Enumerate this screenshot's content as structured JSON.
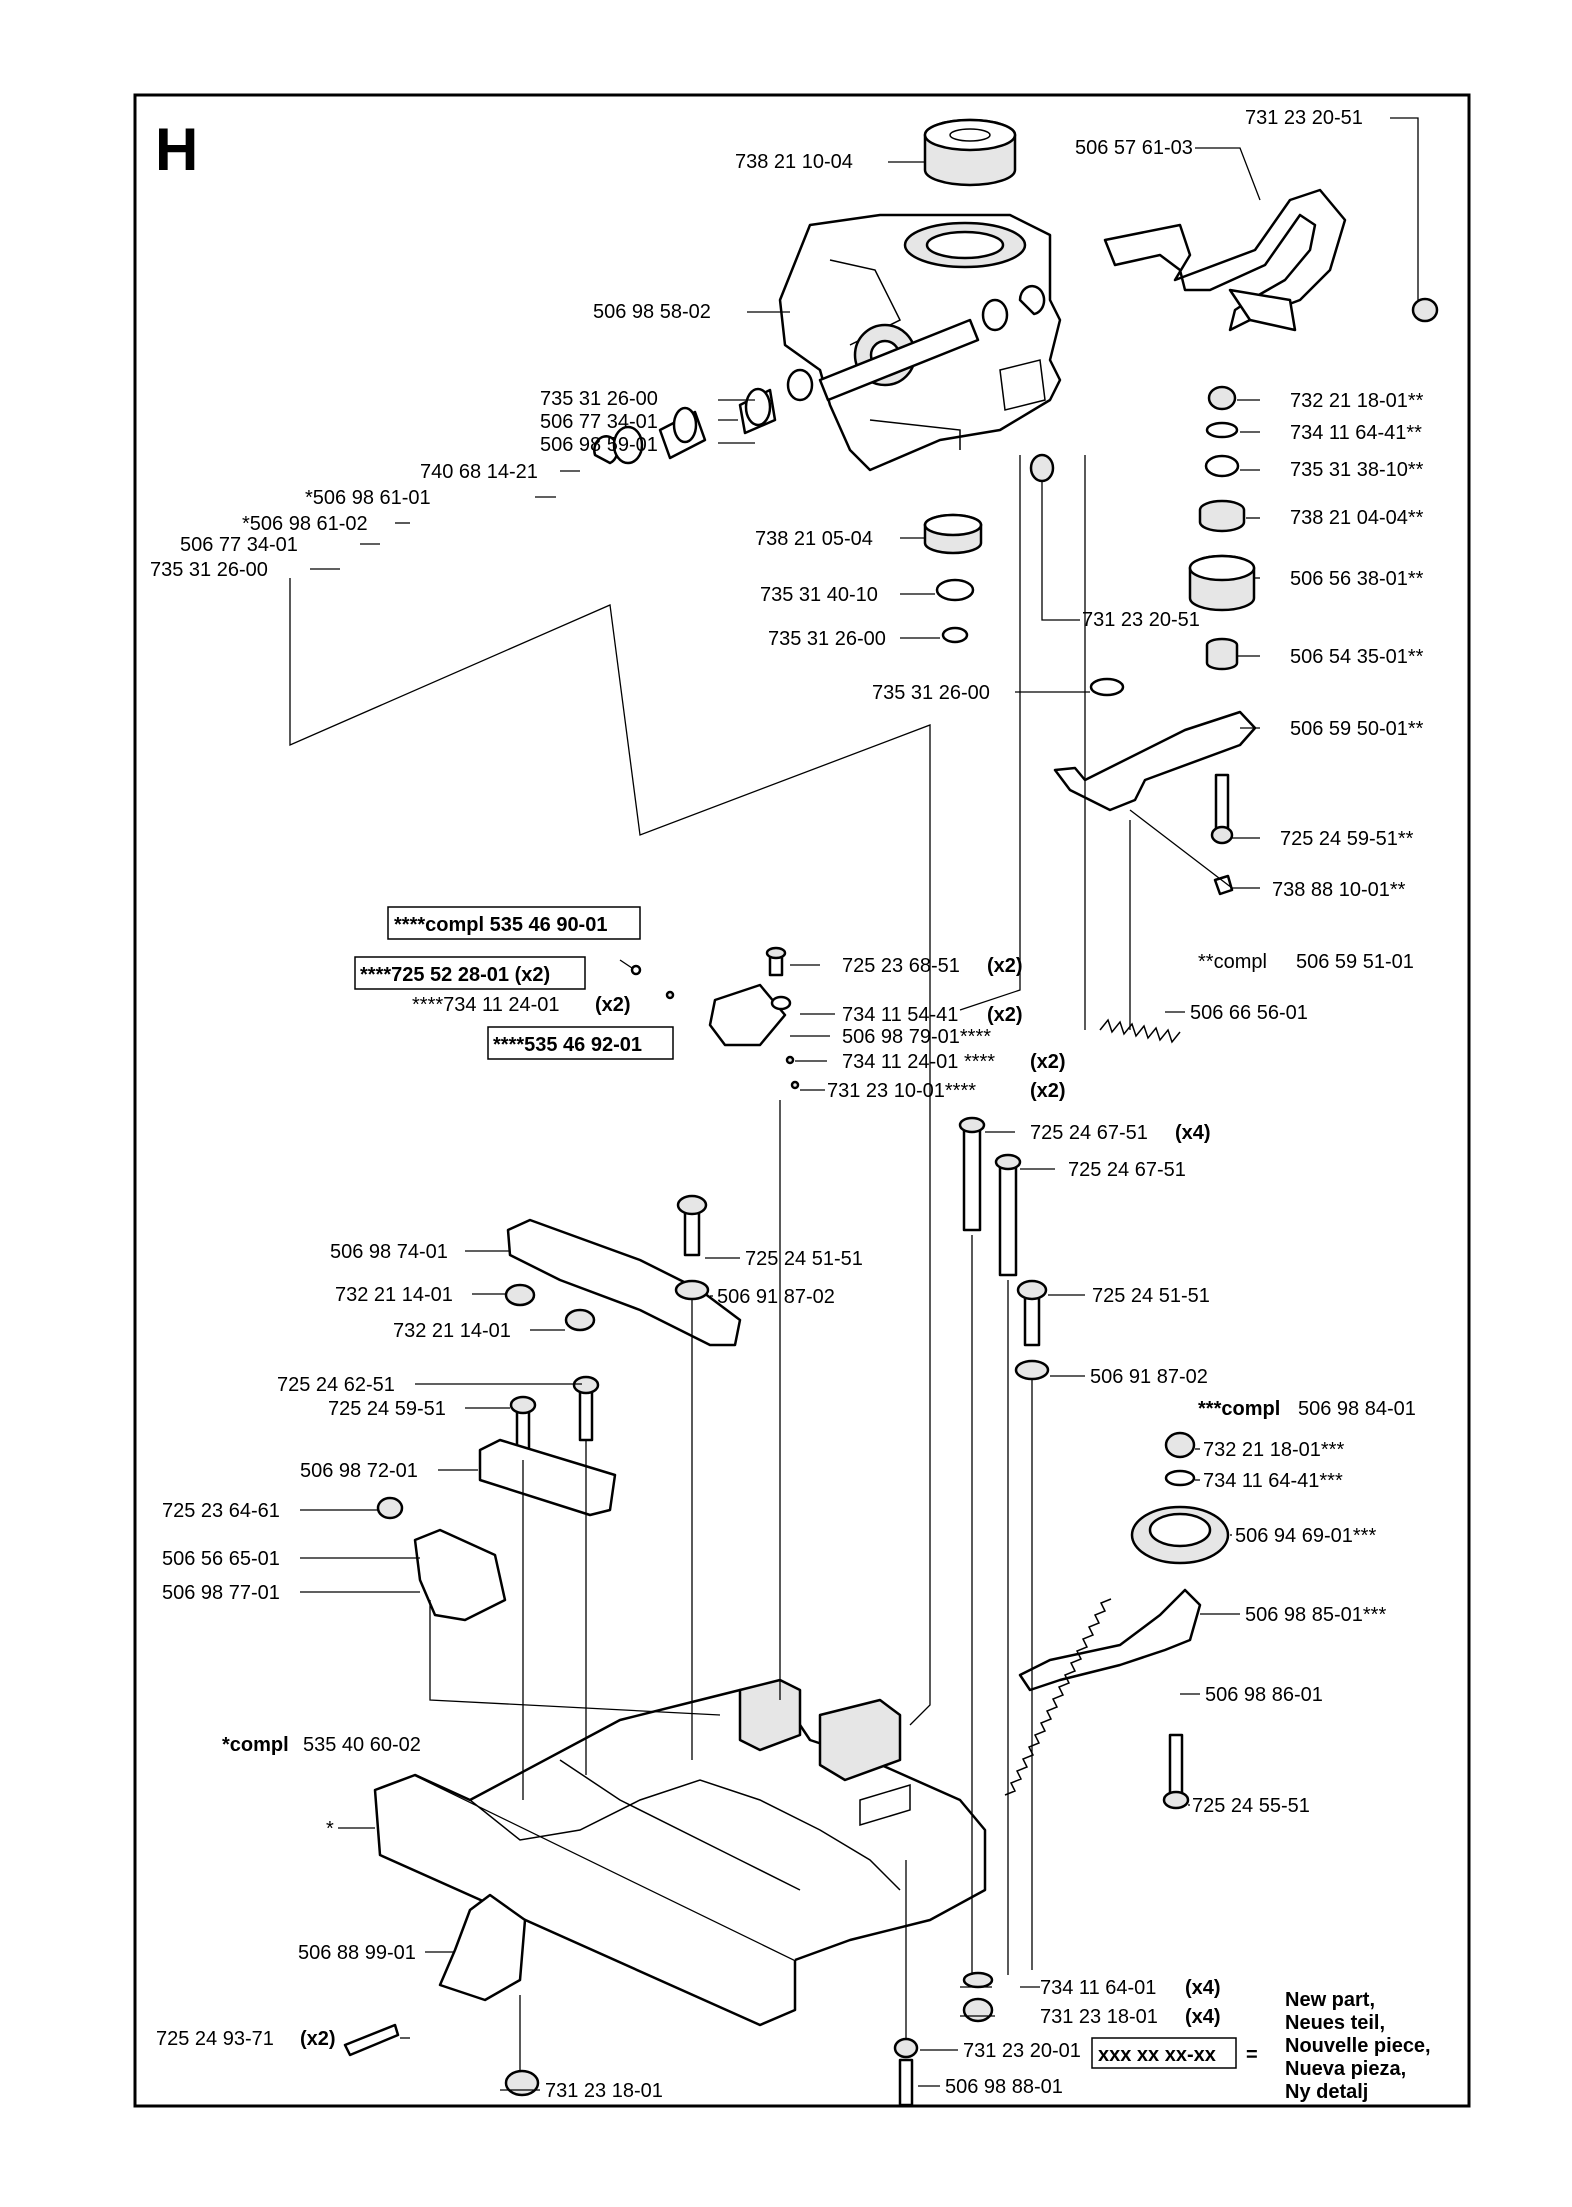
{
  "page": {
    "section_letter": "H"
  },
  "labels": [
    {
      "id": "l1",
      "text": "731 23 20-51"
    },
    {
      "id": "l2",
      "text": "506 57 61-03"
    },
    {
      "id": "l3",
      "text": "738 21 10-04"
    },
    {
      "id": "l4",
      "text": "506 98 58-02"
    },
    {
      "id": "l5",
      "text": "735 31 26-00"
    },
    {
      "id": "l6",
      "text": "506 77 34-01"
    },
    {
      "id": "l7",
      "text": "506 98 59-01"
    },
    {
      "id": "l8",
      "text": "740 68 14-21"
    },
    {
      "id": "l9",
      "text": "*506 98 61-01"
    },
    {
      "id": "l10",
      "text": "*506 98 61-02"
    },
    {
      "id": "l11",
      "text": "506 77 34-01"
    },
    {
      "id": "l12",
      "text": "735 31 26-00"
    },
    {
      "id": "l13",
      "text": "738 21 05-04"
    },
    {
      "id": "l14",
      "text": "735 31 40-10"
    },
    {
      "id": "l15",
      "text": "735 31 26-00"
    },
    {
      "id": "l16",
      "text": "731 23 20-51"
    },
    {
      "id": "l17",
      "text": "732 21 18-01**"
    },
    {
      "id": "l18",
      "text": "734 11 64-41**"
    },
    {
      "id": "l19",
      "text": "735 31 38-10**"
    },
    {
      "id": "l20",
      "text": "738 21 04-04**"
    },
    {
      "id": "l21",
      "text": "506 56 38-01**"
    },
    {
      "id": "l22",
      "text": "506 54 35-01**"
    },
    {
      "id": "l23",
      "text": "735 31 26-00"
    },
    {
      "id": "l24",
      "text": "506 59 50-01**"
    },
    {
      "id": "l25",
      "text": "725 24 59-51**"
    },
    {
      "id": "l26",
      "text": "738 88 10-01**"
    },
    {
      "id": "l29",
      "text": "725 23 68-51"
    },
    {
      "id": "l32",
      "text": "734 11 54-41"
    },
    {
      "id": "l33",
      "text": "506 98 79-01****"
    },
    {
      "id": "l34",
      "text": "734 11 24-01 ****"
    },
    {
      "id": "l35",
      "text": "731 23 10-01****"
    },
    {
      "id": "l36",
      "text": "506 66 56-01"
    },
    {
      "id": "l37",
      "text": "725 24 67-51"
    },
    {
      "id": "l38",
      "text": "725 24 67-51"
    },
    {
      "id": "l39",
      "text": "506 98 74-01"
    },
    {
      "id": "l40",
      "text": "725 24 51-51"
    },
    {
      "id": "l41",
      "text": "732 21 14-01"
    },
    {
      "id": "l42",
      "text": "506 91 87-02"
    },
    {
      "id": "l43",
      "text": "732 21 14-01"
    },
    {
      "id": "l44",
      "text": "725 24 51-51"
    },
    {
      "id": "l45",
      "text": "506 91 87-02"
    },
    {
      "id": "l46",
      "text": "725 24 62-51"
    },
    {
      "id": "l47",
      "text": "725 24 59-51"
    },
    {
      "id": "l48",
      "text": "506 98 72-01"
    },
    {
      "id": "l49",
      "text": "732 21 18-01***"
    },
    {
      "id": "l50",
      "text": "734 11 64-41***"
    },
    {
      "id": "l51",
      "text": "725 23 64-61"
    },
    {
      "id": "l52",
      "text": "506 94 69-01***"
    },
    {
      "id": "l53",
      "text": "506 56 65-01"
    },
    {
      "id": "l54",
      "text": "506 98 77-01"
    },
    {
      "id": "l55",
      "text": "506 98 85-01***"
    },
    {
      "id": "l56",
      "text": "506 98 86-01"
    },
    {
      "id": "l57",
      "text": "*"
    },
    {
      "id": "l58",
      "text": "725 24 55-51"
    },
    {
      "id": "l59",
      "text": "506 88 99-01"
    },
    {
      "id": "l60",
      "text": "734 11 64-01"
    },
    {
      "id": "l61",
      "text": "725 24 93-71"
    },
    {
      "id": "l62",
      "text": "731 23 18-01"
    },
    {
      "id": "l63",
      "text": "731 23 20-01"
    },
    {
      "id": "l64",
      "text": "731 23 18-01"
    },
    {
      "id": "l65",
      "text": "506 98 88-01"
    }
  ],
  "qty_x2": "(x2)",
  "qty_x4": "(x4)",
  "prefixed": {
    "p27a": "****734 11 24-01",
    "p28a": "****535 46 92-01",
    "p26a": "****725 52 28-01 (x2)"
  },
  "kits": {
    "kit1": "****compl 535 46 90-01",
    "kit2_prefix": "**compl",
    "kit2_num": "506 59 51-01",
    "kit3_prefix": "***compl",
    "kit3_num": "506 98 84-01",
    "kit4_prefix": "*compl",
    "kit4_num": "535 40 60-02"
  },
  "legend": {
    "placeholder": "xxx xx xx-xx",
    "equals": "=",
    "lines": [
      "New part,",
      "Neues teil,",
      "Nouvelle piece,",
      "Nueva pieza,",
      "Ny detalj"
    ]
  }
}
